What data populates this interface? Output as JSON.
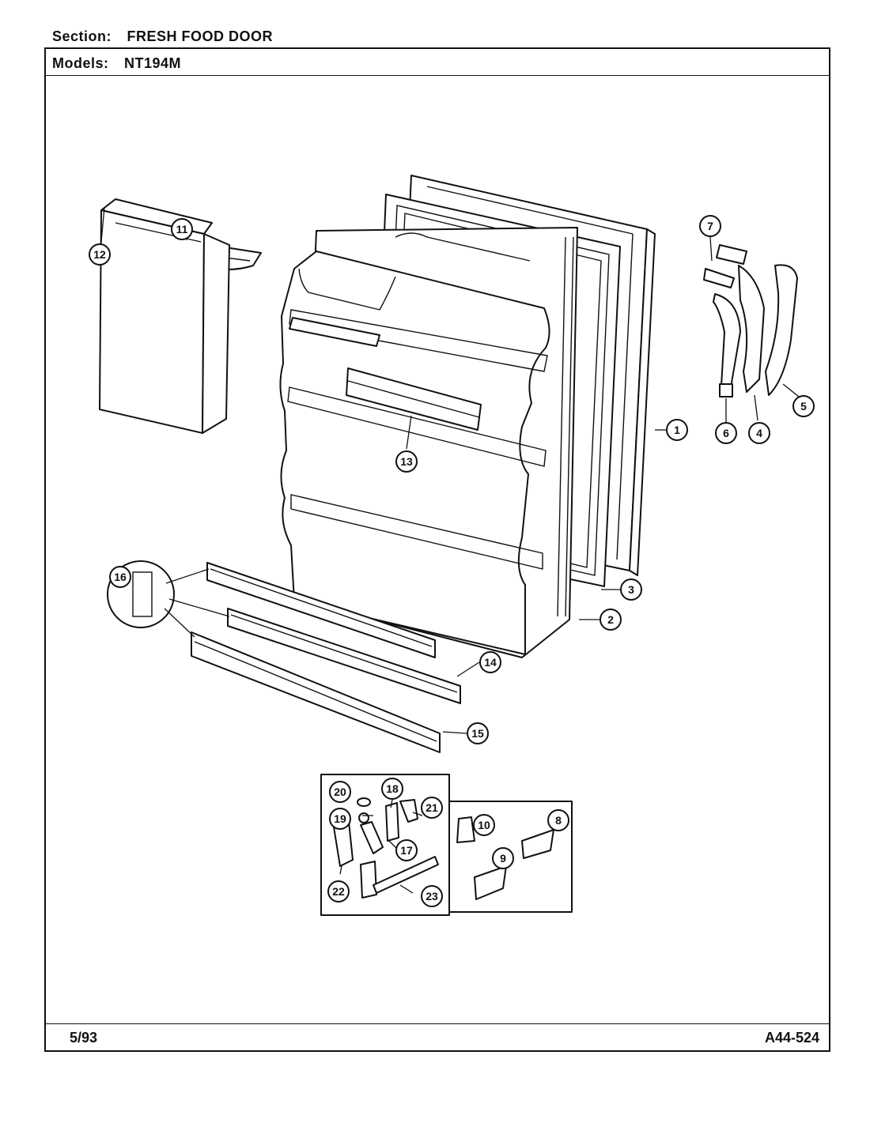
{
  "header": {
    "section_label": "Section:",
    "section_value": "FRESH FOOD DOOR",
    "models_label": "Models:",
    "models_value": "NT194M"
  },
  "footer": {
    "date": "5/93",
    "code": "A44-524"
  },
  "callouts": {
    "c1": "1",
    "c2": "2",
    "c3": "3",
    "c4": "4",
    "c5": "5",
    "c6": "6",
    "c7": "7",
    "c8": "8",
    "c9": "9",
    "c10": "10",
    "c11": "11",
    "c12": "12",
    "c13": "13",
    "c14": "14",
    "c15": "15",
    "c16": "16",
    "c17": "17",
    "c18": "18",
    "c19": "19",
    "c20": "20",
    "c21": "21",
    "c22": "22",
    "c23": "23"
  }
}
